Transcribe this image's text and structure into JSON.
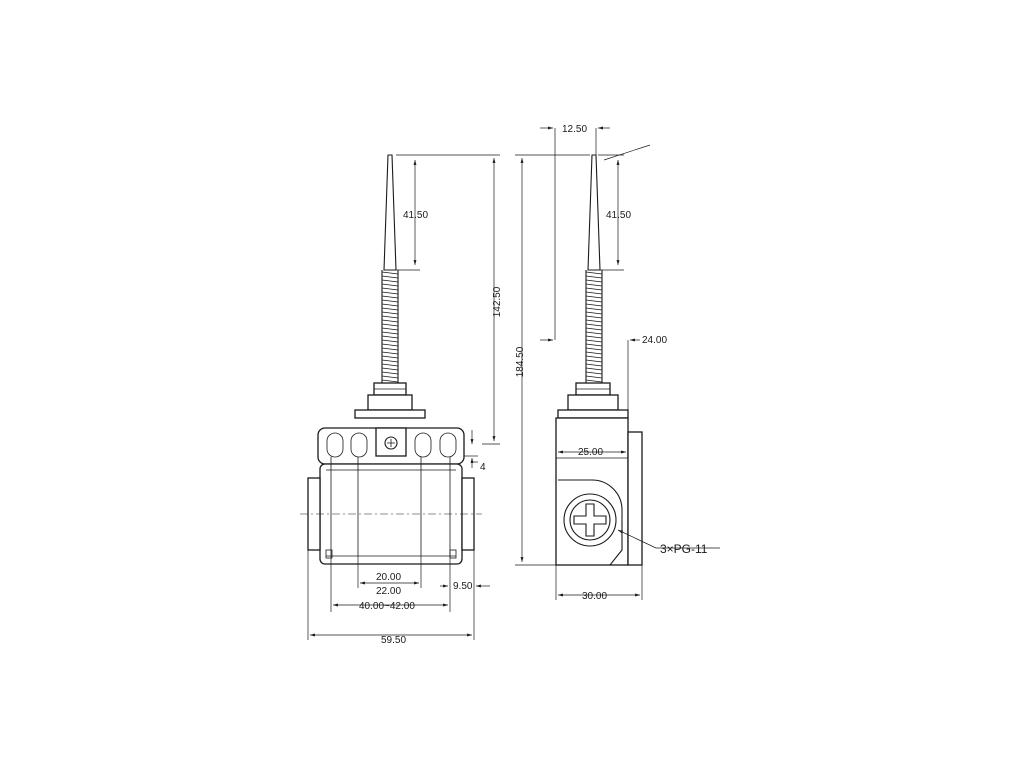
{
  "front_view": {
    "dim_tip_length": "41.50",
    "dim_lever_height": "142.50",
    "dim_offset": "4",
    "dim_inner_mount": "20.00",
    "dim_inner_mount_2": "22.00",
    "dim_outer_mount": "40.00~42.00",
    "dim_side": "9.50",
    "dim_total_width": "59.50"
  },
  "side_view": {
    "dim_top_offset": "12.50",
    "dim_tip_length": "41.50",
    "dim_total_height": "184.50",
    "dim_head": "24.00",
    "dim_body_width": "25.00",
    "dim_depth": "30.00",
    "conduit_callout": "3×PG-11"
  }
}
